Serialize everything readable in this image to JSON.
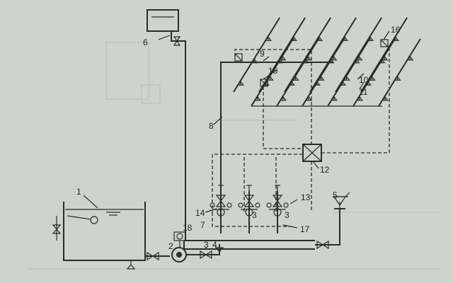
{
  "labels": {
    "l1": "1",
    "l2": "2",
    "l3": "3",
    "l4": "4",
    "l5": "5",
    "l6": "6",
    "l7": "7",
    "l8": "8",
    "l9": "9",
    "l10": "10",
    "l11": "11",
    "l12": "12",
    "l13": "13",
    "l14": "14",
    "l15": "15",
    "l16": "16",
    "l17": "17",
    "l18": "18",
    "l3a": "3",
    "l3b": "3"
  },
  "colors": {
    "paper": "#cfd2cd",
    "ink": "#2a2d2b"
  },
  "sprinkler_rows": 12
}
